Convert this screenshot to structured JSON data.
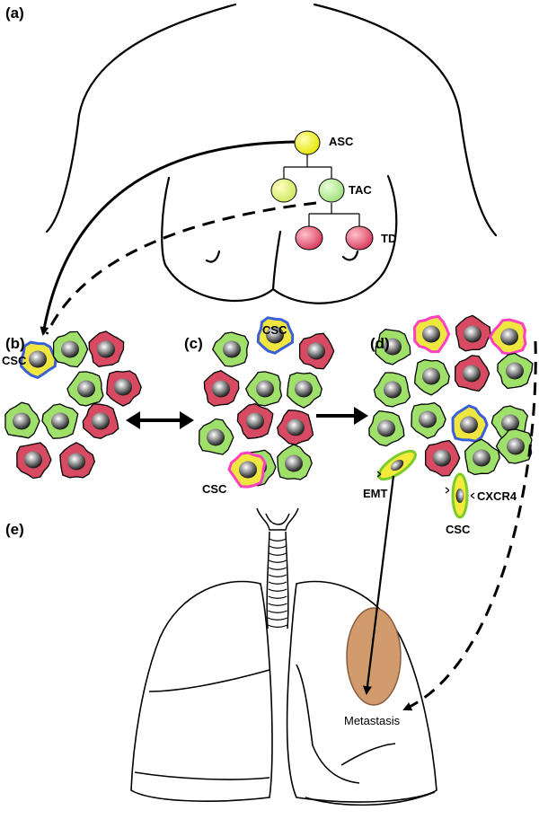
{
  "panels": {
    "a": "(a)",
    "b": "(b)",
    "c": "(c)",
    "d": "(d)",
    "e": "(e)"
  },
  "hierarchy": {
    "asc": "ASC",
    "tac": "TAC",
    "td": "TD"
  },
  "labels": {
    "csc_b": "CSC",
    "csc_c_top": "CSC",
    "csc_c_bottom": "CSC",
    "emt": "EMT",
    "cxcr4": "CXCR4",
    "csc_d": "CSC",
    "metastasis": "Metastasis"
  },
  "colors": {
    "asc_fill": "#f2f200",
    "tac_fill": "#d8ef7a",
    "tac_right_fill": "#b8ec8a",
    "td_fill": "#e0506a",
    "green_cell": "#9ee06a",
    "red_cell": "#d84a62",
    "csc_yellow": "#f0e640",
    "blue_ring": "#3a5fd6",
    "magenta_ring": "#ff40c0",
    "tumor": "#d19b6e",
    "outline": "#000000"
  }
}
